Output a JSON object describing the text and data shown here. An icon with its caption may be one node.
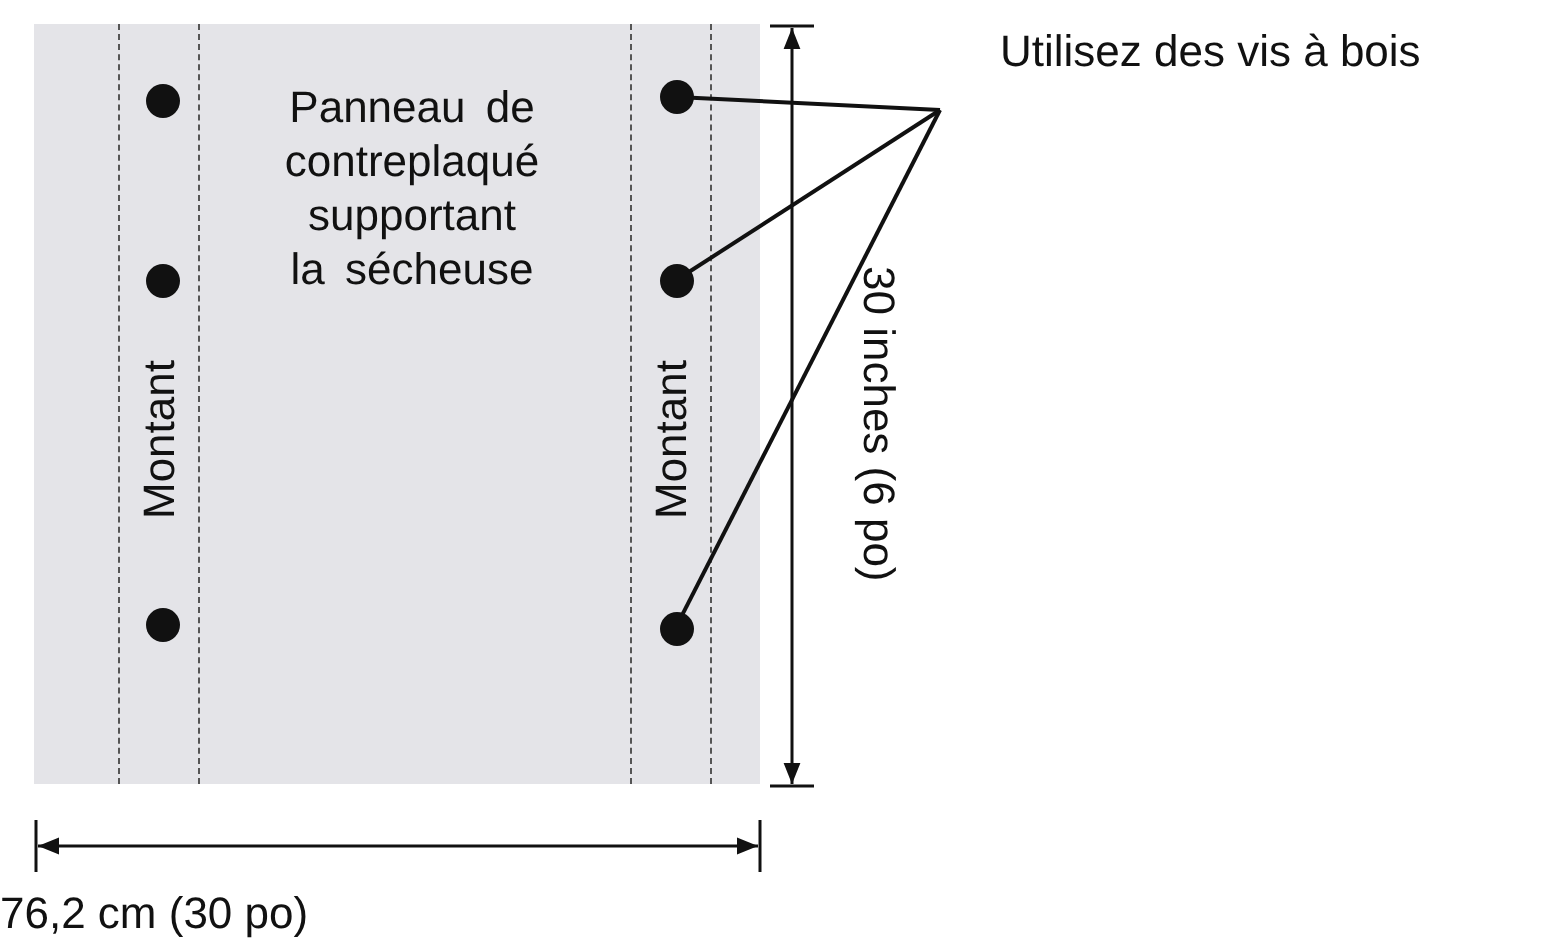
{
  "diagram": {
    "nodes": [
      {
        "text": [
          "Panneau de contreplaqué supportant la sécheuse"
        ]
      },
      {
        "text": [
          "Montant"
        ],
        "in": 0
      },
      {
        "text": [],
        "shape": "circle",
        "in": 1
      },
      {
        "text": [],
        "shape": "circle",
        "in": 1
      },
      {
        "text": [],
        "shape": "circle",
        "in": 1
      },
      {
        "text": [
          "Montant"
        ],
        "in": 0
      },
      {
        "text": [],
        "shape": "circle",
        "in": 5
      },
      {
        "text": [],
        "shape": "circle",
        "in": 5
      },
      {
        "text": [],
        "shape": "circle",
        "in": 5
      },
      {
        "text": [
          "Utilisez des vis à bois"
        ]
      }
    ],
    "edges": [
      {
        "from": 9,
        "to": 6,
        "arrow": "none"
      },
      {
        "from": 9,
        "to": 7,
        "arrow": "none"
      },
      {
        "from": 9,
        "to": 8,
        "arrow": "none"
      }
    ],
    "labels": [
      "30 inches (6 po)",
      "76,2 cm (30 po)"
    ]
  }
}
